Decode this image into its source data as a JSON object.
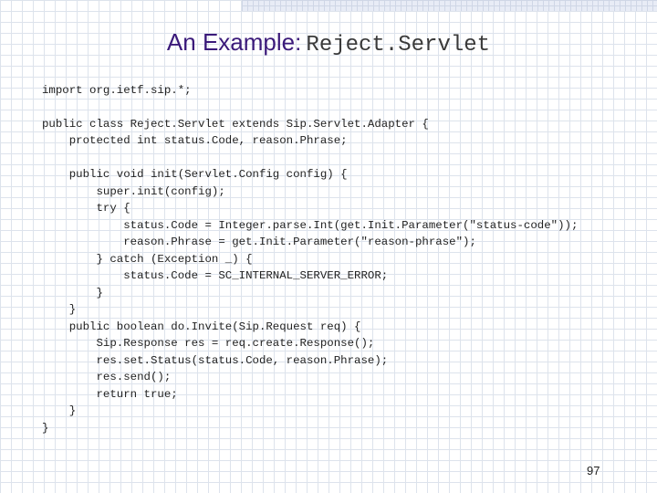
{
  "slide": {
    "title_prefix": "An Example:",
    "title_code": "Reject.Servlet",
    "page_number": "97"
  },
  "code": [
    "import org.ietf.sip.*;",
    "public class Reject.Servlet extends Sip.Servlet.Adapter {",
    "    protected int status.Code, reason.Phrase;",
    "    public void init(Servlet.Config config) {",
    "        super.init(config);",
    "        try {",
    "            status.Code = Integer.parse.Int(get.Init.Parameter(\"status-code\"));",
    "            reason.Phrase = get.Init.Parameter(\"reason-phrase\");",
    "        } catch (Exception _) {",
    "            status.Code = SC_INTERNAL_SERVER_ERROR;",
    "        }",
    "    }",
    "    public boolean do.Invite(Sip.Request req) {",
    "        Sip.Response res = req.create.Response();",
    "        res.set.Status(status.Code, reason.Phrase);",
    "        res.send();",
    "        return true;",
    "    }",
    "}"
  ]
}
